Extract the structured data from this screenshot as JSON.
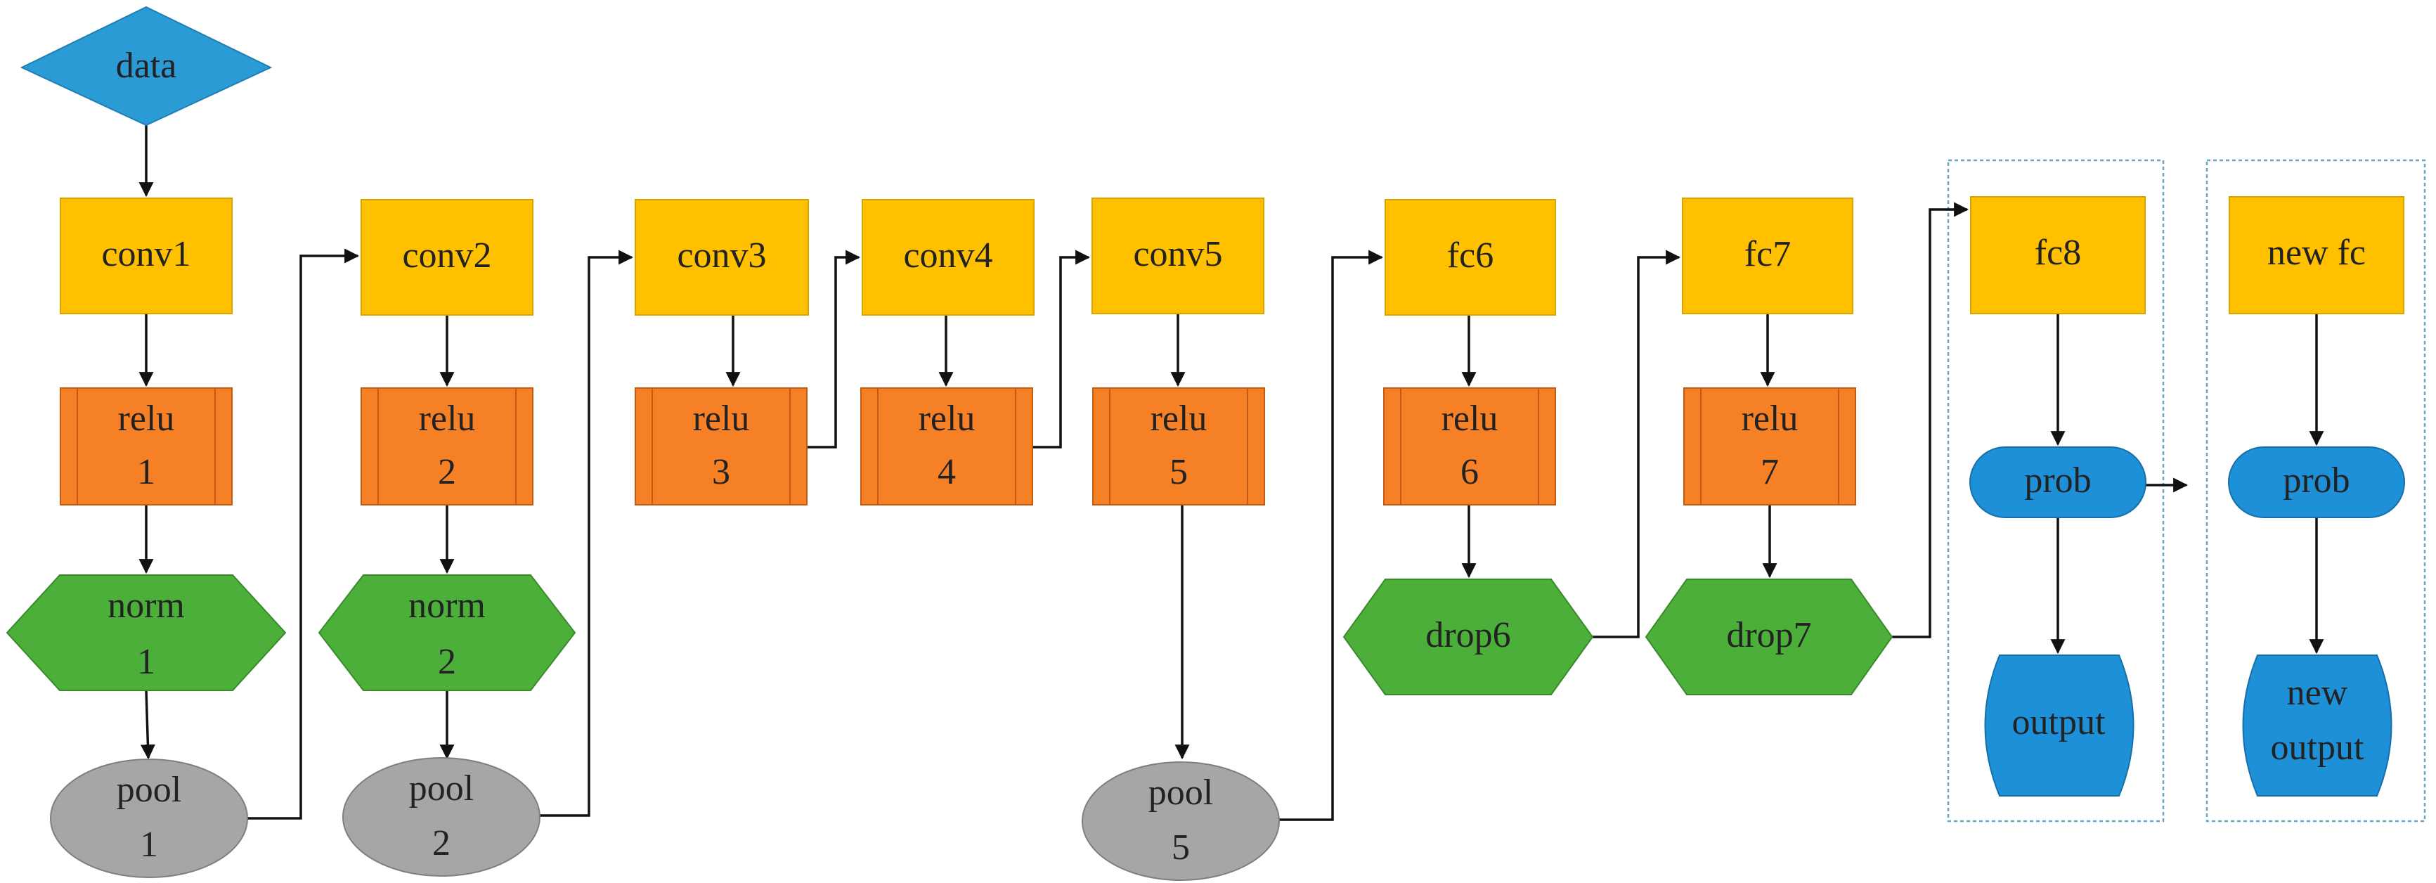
{
  "colors": {
    "conv": "#FFC000",
    "relu": "#F58025",
    "relu_stroke": "#C55A11",
    "norm": "#4CAF3A",
    "pool": "#A6A6A6",
    "data": "#2B9BD6",
    "prob": "#1E90D8",
    "group_border": "#6AA6C8"
  },
  "nodes": {
    "data": "data",
    "conv1": "conv1",
    "conv2": "conv2",
    "conv3": "conv3",
    "conv4": "conv4",
    "conv5": "conv5",
    "fc6": "fc6",
    "fc7": "fc7",
    "fc8": "fc8",
    "new_fc": "new fc",
    "relu1": [
      "relu",
      "1"
    ],
    "relu2": [
      "relu",
      "2"
    ],
    "relu3": [
      "relu",
      "3"
    ],
    "relu4": [
      "relu",
      "4"
    ],
    "relu5": [
      "relu",
      "5"
    ],
    "relu6": [
      "relu",
      "6"
    ],
    "relu7": [
      "relu",
      "7"
    ],
    "norm1": [
      "norm",
      "1"
    ],
    "norm2": [
      "norm",
      "2"
    ],
    "pool1": [
      "pool",
      "1"
    ],
    "pool2": [
      "pool",
      "2"
    ],
    "pool5": [
      "pool",
      "5"
    ],
    "drop6": "drop6",
    "drop7": "drop7",
    "prob": "prob",
    "new_prob": "prob",
    "output": "output",
    "new_output": [
      "new",
      "output"
    ]
  }
}
